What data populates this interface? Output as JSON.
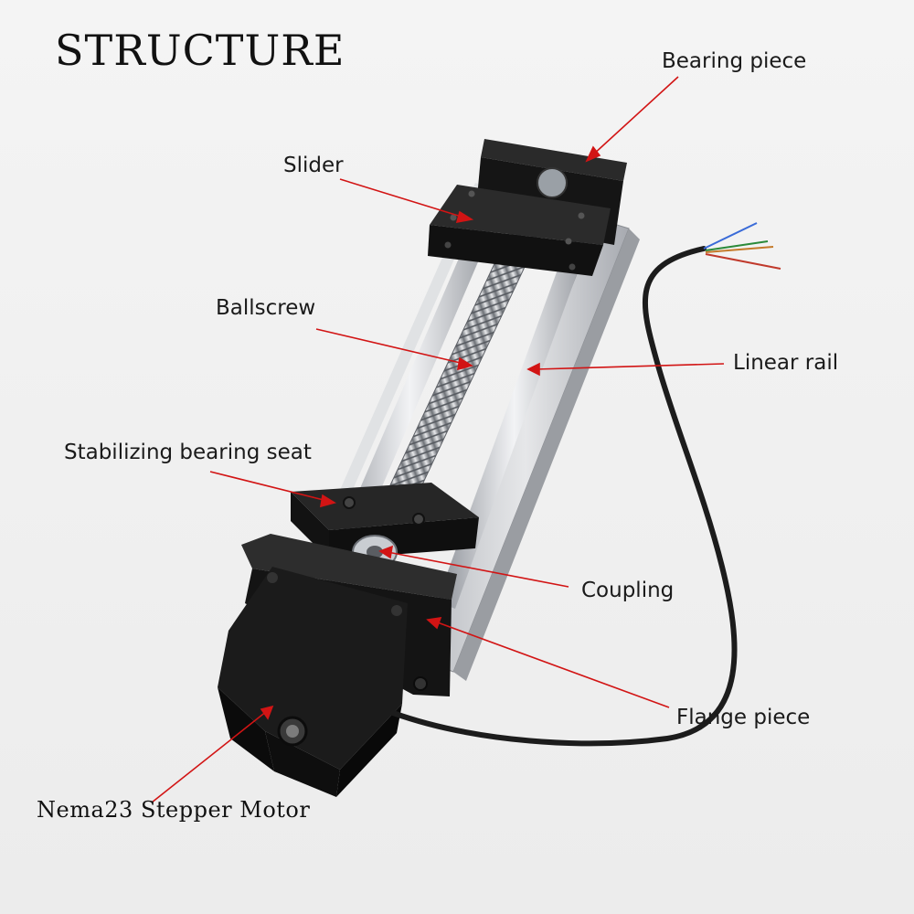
{
  "title": "STRUCTURE",
  "labels": {
    "bearing_piece": "Bearing piece",
    "slider": "Slider",
    "ballscrew": "Ballscrew",
    "linear_rail": "Linear rail",
    "stabilizing_bearing_seat": "Stabilizing bearing seat",
    "coupling": "Coupling",
    "flange_piece": "Flange piece",
    "motor": "Nema23 Stepper Motor"
  },
  "colors": {
    "leader_line": "#d21414",
    "body_black": "#1b1b1b",
    "rail_silver": "#c9ccd0",
    "cable": "#222222"
  }
}
